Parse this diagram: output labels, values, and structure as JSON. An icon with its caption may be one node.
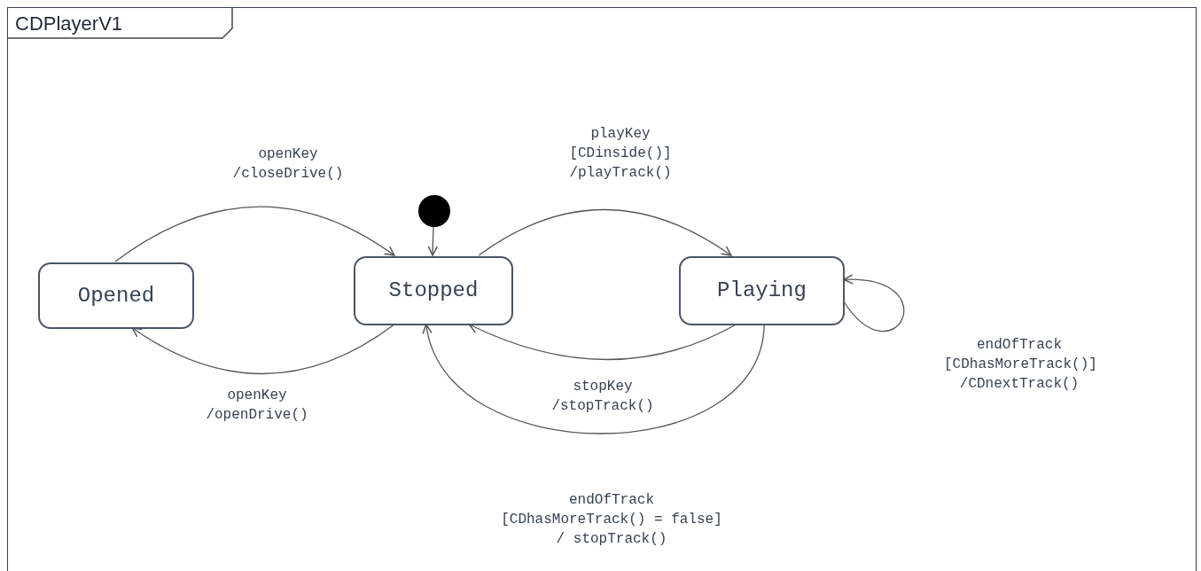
{
  "diagram": {
    "nodes": [
      {
        "text": [
          "CDPlayerV1"
        ]
      },
      {
        "text": [],
        "shape": "circle",
        "in": 0
      },
      {
        "text": [
          "Opened"
        ],
        "in": 0
      },
      {
        "text": [
          "Stopped"
        ],
        "in": 0
      },
      {
        "text": [
          "Playing"
        ],
        "in": 0
      }
    ],
    "edges": [
      {
        "from": 2,
        "to": 3,
        "arrow": "to",
        "label": "openKey /closeDrive()"
      },
      {
        "from": 3,
        "to": 2,
        "arrow": "to",
        "label": "openKey /openDrive()"
      },
      {
        "from": 1,
        "to": 3,
        "arrow": "to"
      },
      {
        "from": 3,
        "to": 4,
        "arrow": "to",
        "label": "playKey [CDinside()] /playTrack()"
      },
      {
        "from": 4,
        "to": 3,
        "arrow": "to",
        "label": "stopKey /stopTrack()"
      },
      {
        "from": 4,
        "to": 3,
        "arrow": "to",
        "label": "endOfTrack [CDhasMoreTrack() = false] / stopTrack()"
      },
      {
        "from": 4,
        "to": 4,
        "arrow": "to",
        "label": "endOfTrack [CDhasMoreTrack()] /CDnextTrack()"
      }
    ]
  }
}
